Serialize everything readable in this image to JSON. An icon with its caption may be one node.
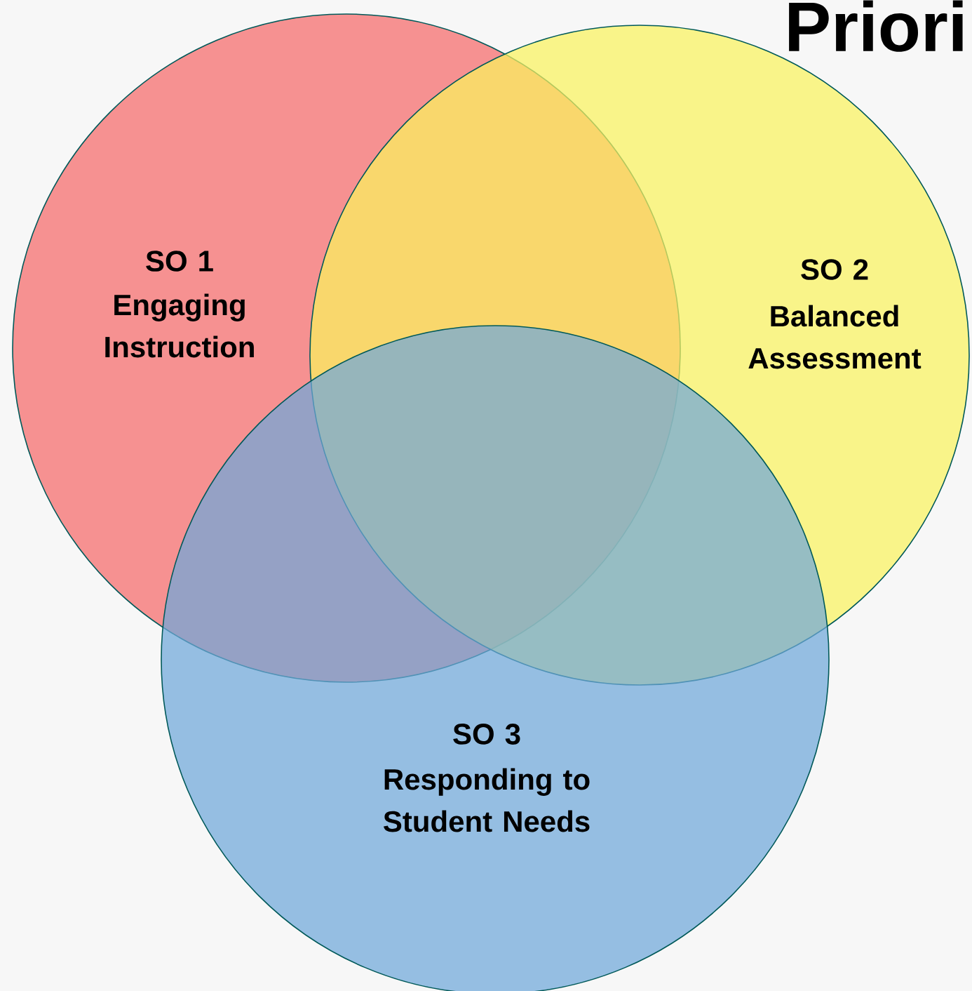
{
  "diagram": {
    "title": "Priori",
    "nodes": [
      {
        "text": [
          "SO 1",
          "Engaging Instruction"
        ]
      },
      {
        "text": [
          "SO 2",
          "Balanced Assessment"
        ]
      },
      {
        "text": [
          "SO 3",
          "Responding to Student Needs"
        ]
      }
    ]
  }
}
